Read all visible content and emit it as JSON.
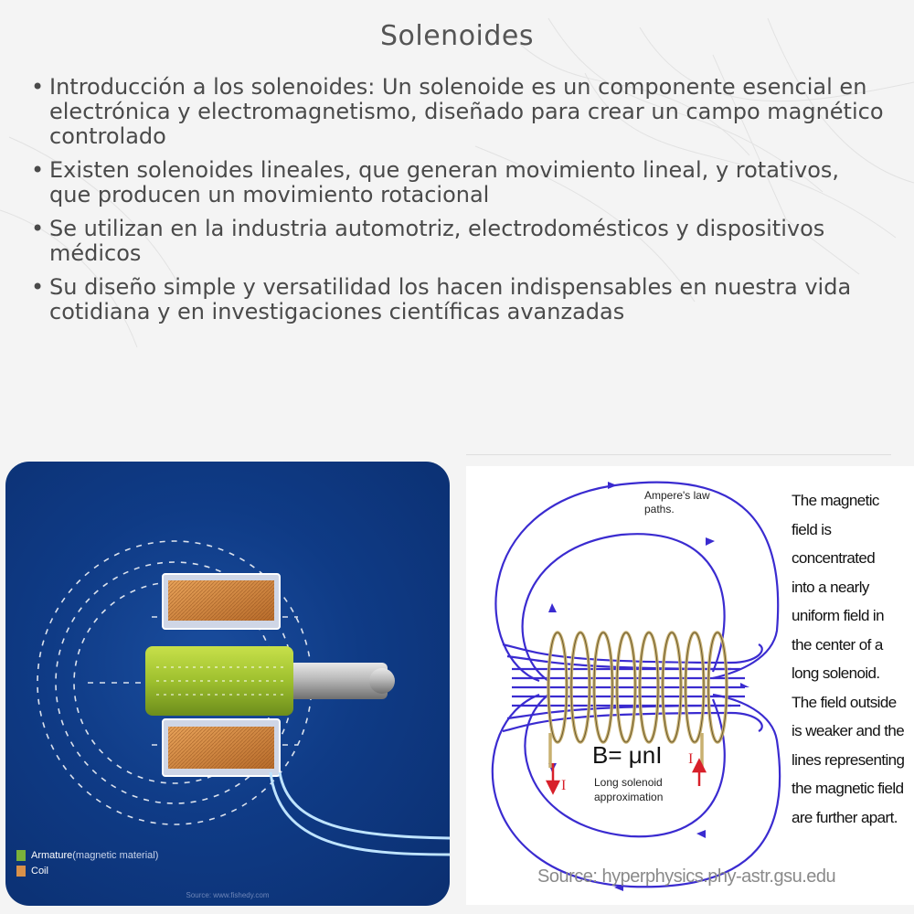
{
  "slide": {
    "title": "Solenoides",
    "bullets": [
      "Introducción a los solenoides: Un solenoide es un componente esencial en electrónica y electromagnetismo, diseñado para crear un campo magnético controlado",
      "Existen solenoides lineales, que generan movimiento lineal, y rotativos, que producen un movimiento rotacional",
      "Se utilizan en la industria automotriz, electrodomésticos y dispositivos médicos",
      "Su diseño simple y versatilidad los hacen indispensables en nuestra vida cotidiana y en investigaciones científicas avanzadas"
    ]
  },
  "left_image": {
    "legend": [
      {
        "label": "Armature",
        "note": " (magnetic material)",
        "color": "#7bb23a"
      },
      {
        "label": "Coil",
        "note": "",
        "color": "#d9914a"
      }
    ],
    "source": "Source: www.fishedy.com"
  },
  "right_image": {
    "paths_label": [
      "Ampere's law",
      "paths."
    ],
    "formula": "B= μnI",
    "approx_label": [
      "Long solenoid",
      "approximation"
    ],
    "current_label": "I",
    "description_lines": [
      "The magnetic",
      "field is",
      "concentrated",
      "into a nearly",
      "uniform field in",
      "the center of a",
      "long solenoid.",
      "The field outside",
      "is weaker and the",
      "lines representing",
      "the magnetic field",
      "are further apart."
    ],
    "source": "Source: hyperphysics.phy-astr.gsu.edu",
    "field_color": "#3a2bd0",
    "coil_color": "#c8b070",
    "current_color": "#d8202a"
  }
}
